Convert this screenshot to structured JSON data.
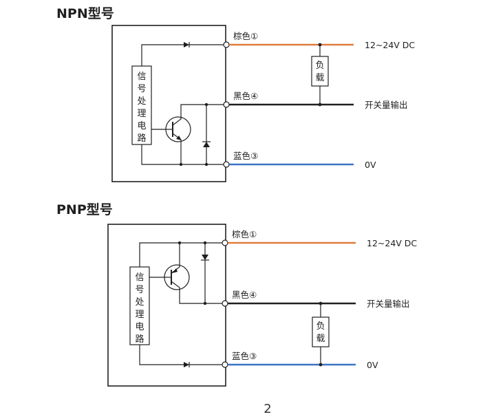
{
  "colors": {
    "brown_wire": "#e07b3a",
    "black_wire": "#1f1f1f",
    "blue_wire": "#3a72c4"
  },
  "npn": {
    "title": "NPN型号",
    "wires": {
      "brown": "棕色①",
      "black": "黑色④",
      "blue": "蓝色③"
    },
    "outputs": {
      "supply": "12~24V  DC",
      "switch": "开关量输出",
      "zero": "0V"
    },
    "load": [
      "负",
      "载"
    ],
    "block": [
      "信",
      "号",
      "处",
      "理",
      "电",
      "路"
    ]
  },
  "pnp": {
    "title": "PNP型号",
    "wires": {
      "brown": "棕色①",
      "black": "黑色④",
      "blue": "蓝色③"
    },
    "outputs": {
      "supply": "12~24V  DC",
      "switch": "开关量输出",
      "zero": "0V"
    },
    "load": [
      "负",
      "载"
    ],
    "block": [
      "信",
      "号",
      "处",
      "理",
      "电",
      "路"
    ]
  },
  "page_number": "2"
}
